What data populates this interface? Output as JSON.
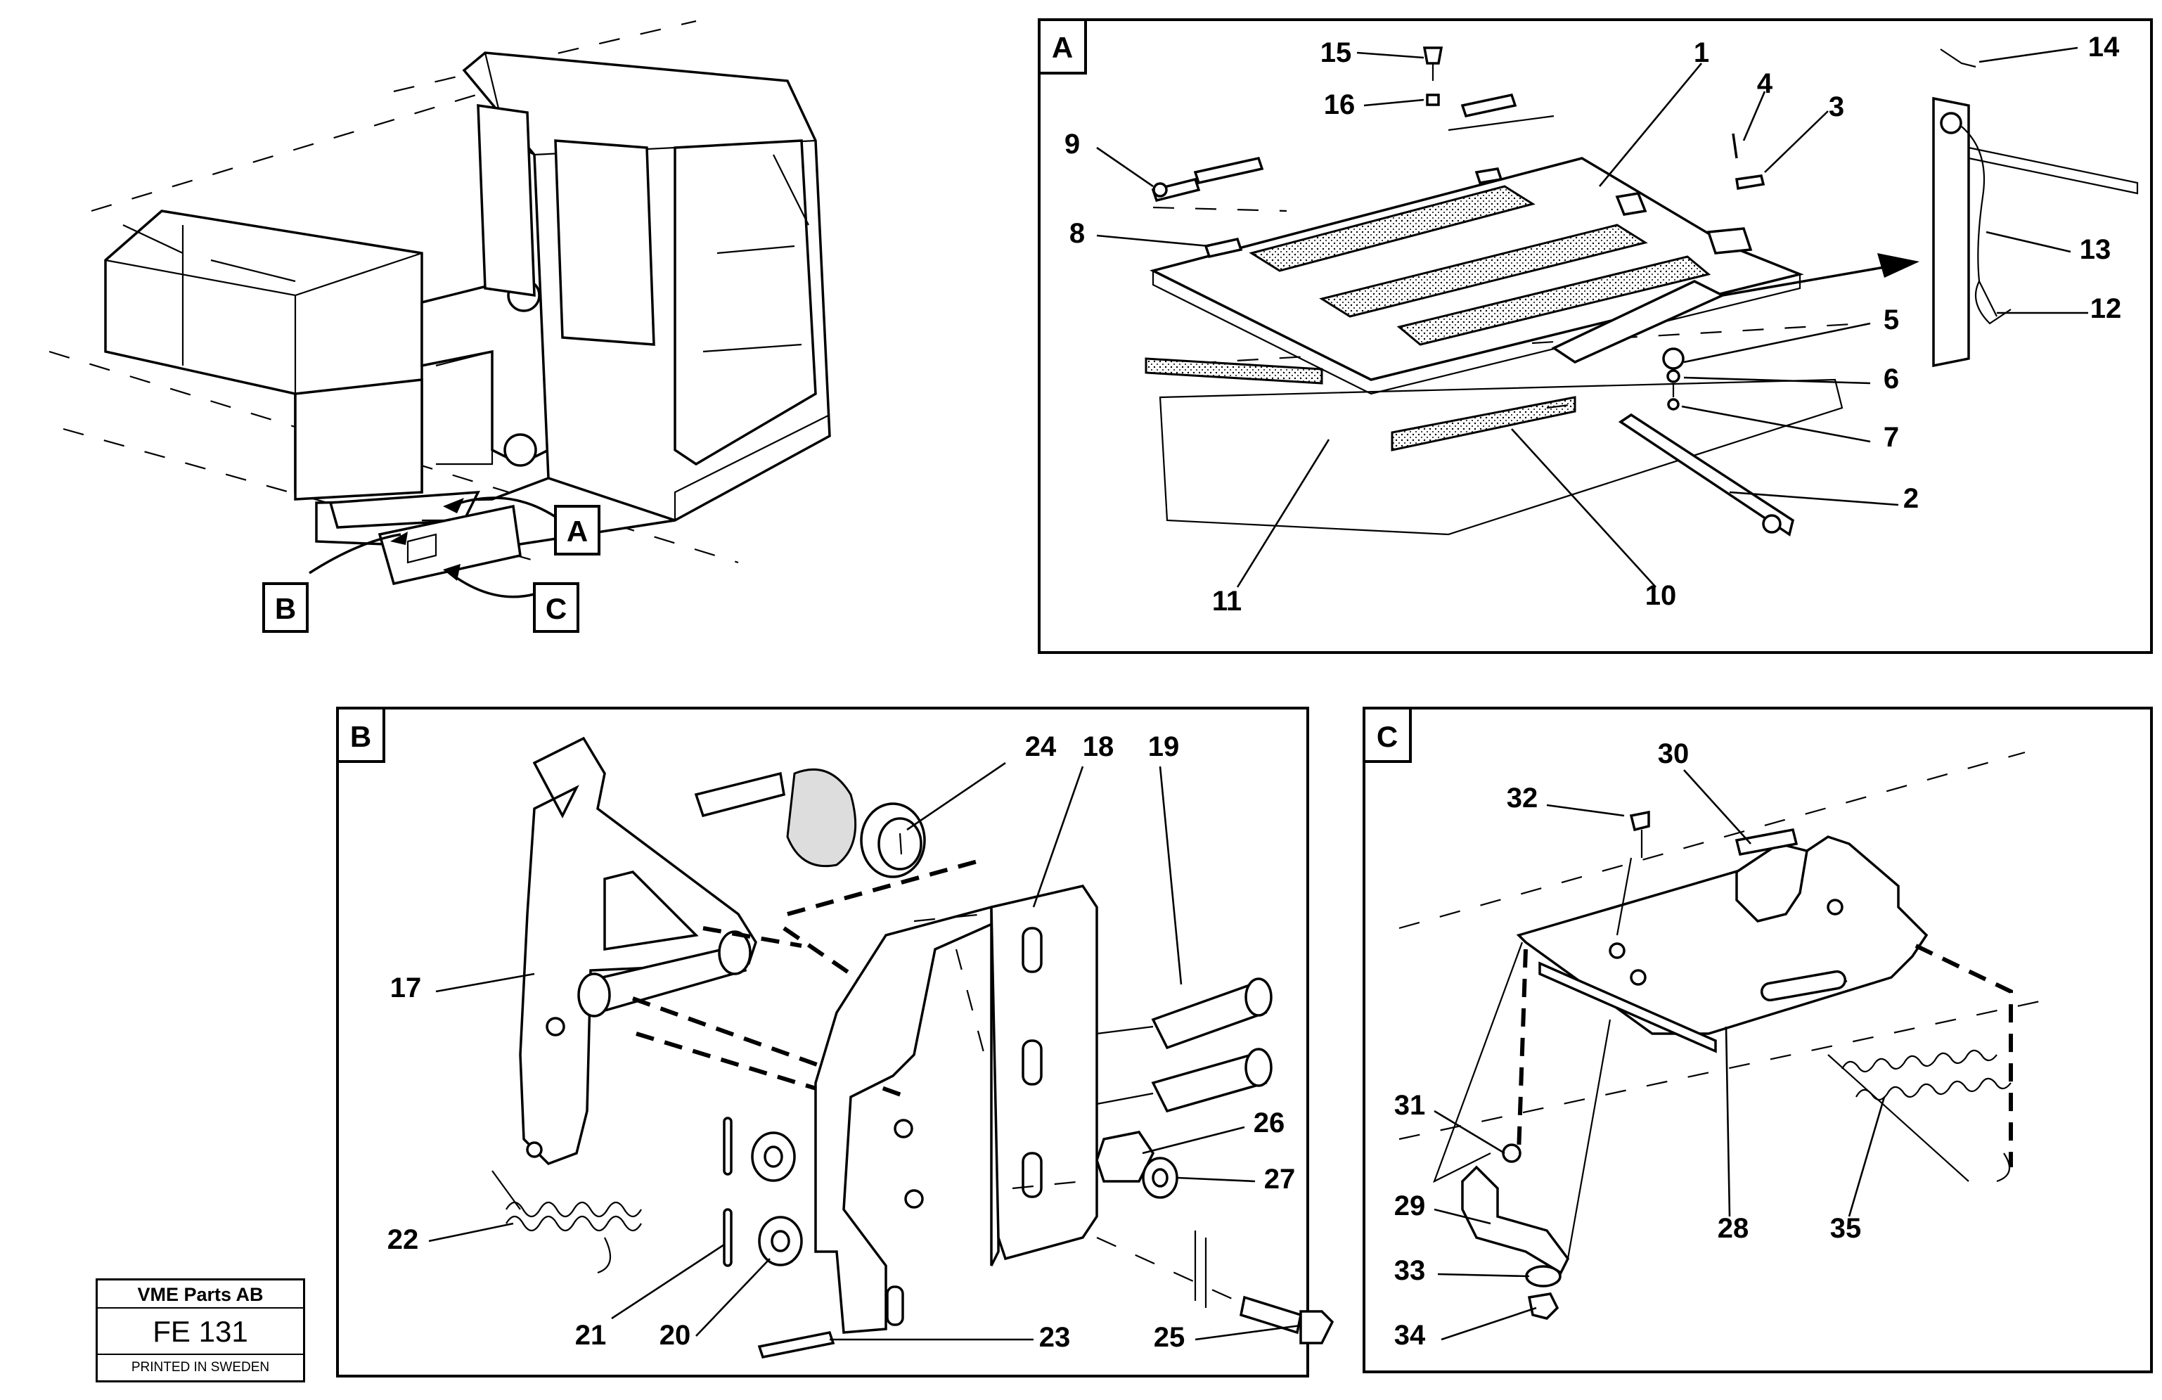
{
  "panels": {
    "a": "A",
    "b": "B",
    "c": "C"
  },
  "overview_labels": {
    "a": "A",
    "b": "B",
    "c": "C"
  },
  "parts": {
    "p1": "1",
    "p2": "2",
    "p3": "3",
    "p4": "4",
    "p5": "5",
    "p6": "6",
    "p7": "7",
    "p8": "8",
    "p9": "9",
    "p10": "10",
    "p11": "11",
    "p12": "12",
    "p13": "13",
    "p14": "14",
    "p15": "15",
    "p16": "16",
    "p17": "17",
    "p18": "18",
    "p19": "19",
    "p20": "20",
    "p21": "21",
    "p22": "22",
    "p23": "23",
    "p24": "24",
    "p25": "25",
    "p26": "26",
    "p27": "27",
    "p28": "28",
    "p29": "29",
    "p30": "30",
    "p31": "31",
    "p32": "32",
    "p33": "33",
    "p34": "34",
    "p35": "35"
  },
  "footer": {
    "company": "VME Parts AB",
    "code": "FE 131",
    "printed": "PRINTED IN SWEDEN"
  }
}
